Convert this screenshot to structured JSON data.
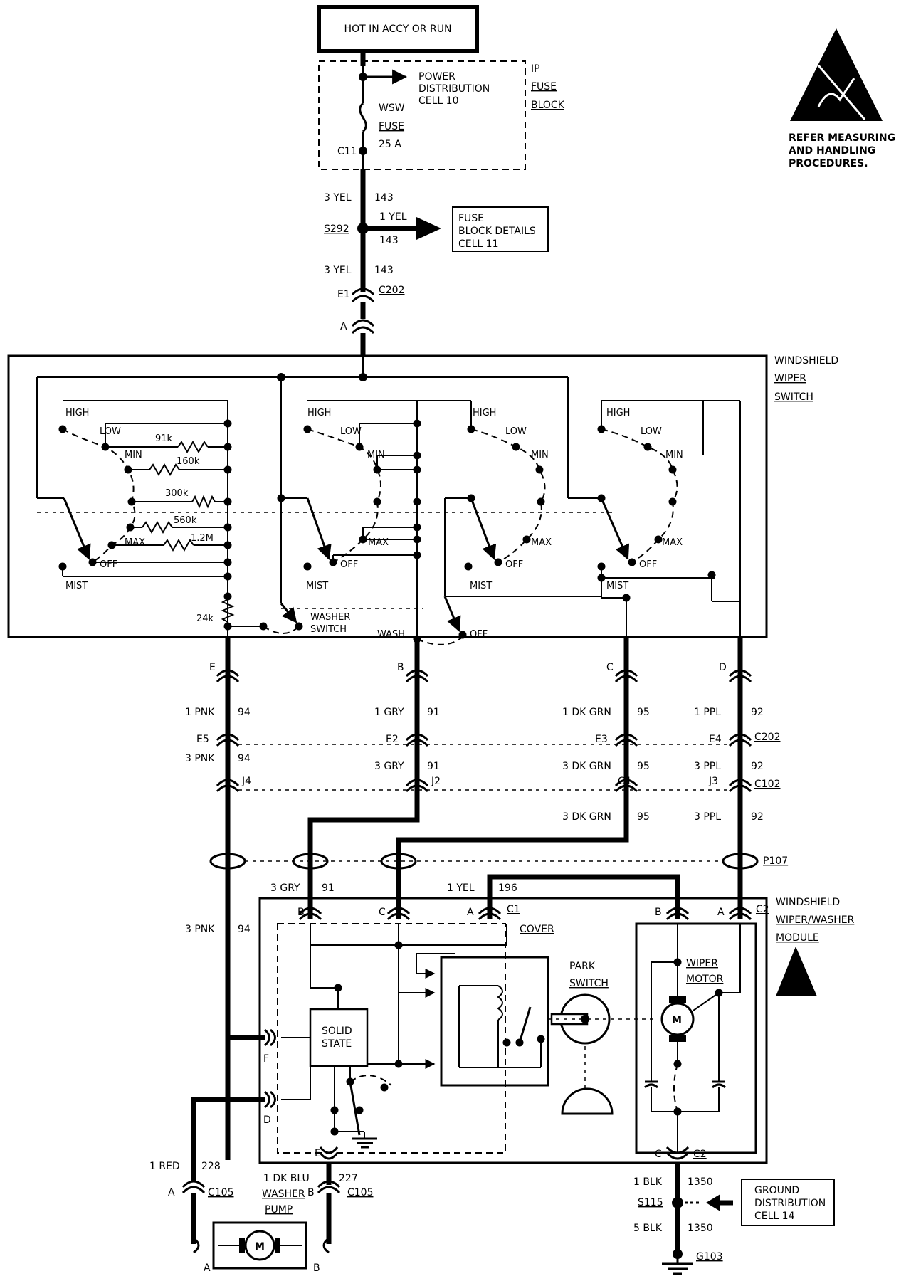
{
  "header": {
    "hot_label": "HOT IN ACCY OR RUN"
  },
  "esd_notice": {
    "line1": "REFER MEASURING",
    "line2": "AND HANDLING",
    "line3": "PROCEDURES."
  },
  "fuse_block": {
    "title_1": "IP",
    "title_2": "FUSE",
    "title_3": "BLOCK",
    "power_1": "POWER",
    "power_2": "DISTRIBUTION",
    "power_3": "CELL 10",
    "fuse_name_1": "WSW",
    "fuse_name_2": "FUSE",
    "fuse_rating": "25 A",
    "terminal": "C11"
  },
  "feed": {
    "w1_gauge": "3 YEL",
    "w1_circuit": "143",
    "splice": "S292",
    "branch_gauge": "1 YEL",
    "branch_circuit": "143",
    "details_1": "FUSE",
    "details_2": "BLOCK DETAILS",
    "details_3": "CELL 11",
    "w2_gauge": "3 YEL",
    "w2_circuit": "143",
    "conn_pin": "E1",
    "conn_name": "C202",
    "switch_pin": "A"
  },
  "switch": {
    "title_1": "WINDSHIELD",
    "title_2": "WIPER",
    "title_3": "SWITCH",
    "positions": {
      "high": "HIGH",
      "low": "LOW",
      "min": "MIN",
      "max": "MAX",
      "off": "OFF",
      "mist": "MIST"
    },
    "resistors": [
      "91k",
      "160k",
      "300k",
      "560k",
      "1.2M",
      "24k"
    ],
    "washer_1": "WASHER",
    "washer_2": "SWITCH",
    "wash": "WASH",
    "wash_off": "OFF"
  },
  "harness": {
    "pins": [
      "E",
      "B",
      "C",
      "D"
    ],
    "a_gauge": [
      "1 PNK",
      "1 GRY",
      "1 DK GRN",
      "1 PPL"
    ],
    "circuits": [
      "94",
      "91",
      "95",
      "92"
    ],
    "c202_pins": [
      "E5",
      "E2",
      "E3",
      "E4"
    ],
    "c202_name": "C202",
    "b_gauge": [
      "3 PNK",
      "3 GRY",
      "3 DK GRN",
      "3 PPL"
    ],
    "c102_pins": [
      "J4",
      "J2",
      "G1",
      "J3"
    ],
    "c102_name": "C102",
    "c_green": "3 DK GRN",
    "c_green_circuit": "95",
    "c_ppl": "3 PPL",
    "c_ppl_circuit": "92",
    "pass_through": "P107"
  },
  "module": {
    "title_1": "WINDSHIELD",
    "title_2": "WIPER/WASHER",
    "title_3": "MODULE",
    "gry_gauge": "3 GRY",
    "gry_circuit": "91",
    "yel_gauge": "1 YEL",
    "yel_circuit": "196",
    "pnk_gauge": "3 PNK",
    "pnk_circuit": "94",
    "c1_pins": [
      "B",
      "C",
      "A"
    ],
    "c1_name": "C1",
    "c2_pins": [
      "B",
      "A"
    ],
    "c2_name": "C2",
    "cover": "COVER",
    "park_1": "PARK",
    "park_2": "SWITCH",
    "motor_1": "WIPER",
    "motor_2": "MOTOR",
    "motor_symbol": "M",
    "solid_1": "SOLID",
    "solid_2": "STATE",
    "pin_f": "F",
    "pin_d": "D",
    "pin_e": "E",
    "c_pin": "C",
    "c_name": "C2"
  },
  "washer_pump": {
    "red_gauge": "1 RED",
    "red_circuit": "228",
    "blu_gauge": "1 DK BLU",
    "blu_circuit": "227",
    "conn_a": "A",
    "conn_b": "B",
    "conn_name": "C105",
    "title_1": "WASHER",
    "title_2": "PUMP",
    "symbol": "M",
    "end_a": "A",
    "end_b": "B"
  },
  "ground": {
    "w1_gauge": "1 BLK",
    "w1_circuit": "1350",
    "splice": "S115",
    "w2_gauge": "5 BLK",
    "w2_circuit": "1350",
    "dist_1": "GROUND",
    "dist_2": "DISTRIBUTION",
    "dist_3": "CELL 14",
    "point": "G103"
  }
}
